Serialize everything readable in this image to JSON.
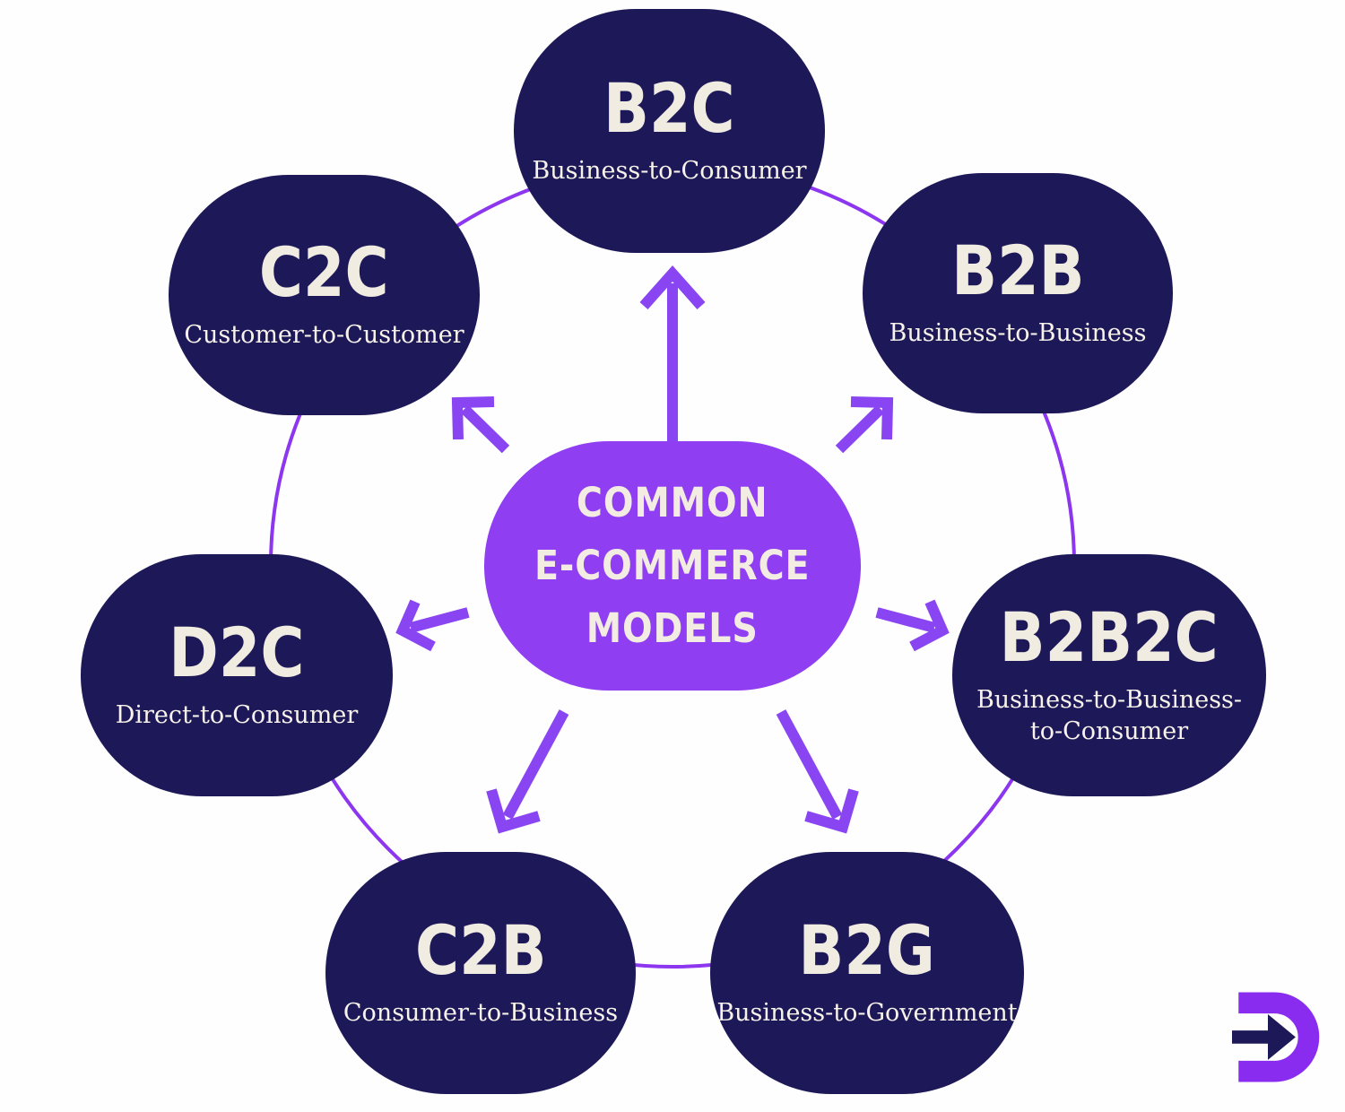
{
  "title": "Common E-Commerce Models infographic",
  "center": {
    "label": "COMMON\nE-COMMERCE\nMODELS"
  },
  "nodes": [
    {
      "id": "b2c",
      "abbr": "B2C",
      "full": "Business-to-Consumer"
    },
    {
      "id": "c2c",
      "abbr": "C2C",
      "full": "Customer-to-Customer"
    },
    {
      "id": "b2b",
      "abbr": "B2B",
      "full": "Business-to-Business"
    },
    {
      "id": "d2c",
      "abbr": "D2C",
      "full": "Direct-to-Consumer"
    },
    {
      "id": "b2b2c",
      "abbr": "B2B2C",
      "full": "Business-to-Business-\nto-Consumer"
    },
    {
      "id": "c2b",
      "abbr": "C2B",
      "full": "Consumer-to-Business"
    },
    {
      "id": "b2g",
      "abbr": "B2G",
      "full": "Business-to-Government"
    }
  ],
  "colors": {
    "background": "#fffefe",
    "node_navy": "#1d1857",
    "center_purple": "#8f3ef2",
    "arrow_purple": "#8a45f2",
    "ring_purple": "#8c36ef",
    "logo_purple": "#8a2bf0",
    "text_cream": "#f1ece1"
  },
  "icons": {
    "logo": "brand-d-arrow-logo"
  }
}
